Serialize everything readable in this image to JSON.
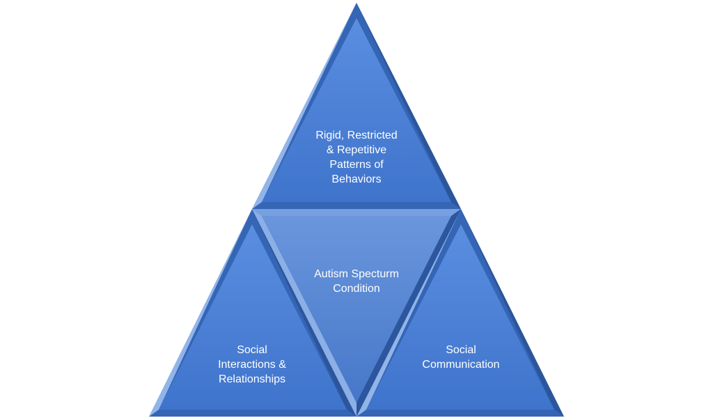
{
  "diagram": {
    "colors": {
      "fill": "#4a7fd4",
      "fill_dark": "#2f5fa8",
      "bevel_light": "#8db3ec",
      "edge": "#3b6fc2",
      "text": "#ffffff"
    },
    "triangles": {
      "top": {
        "lines": [
          "Rigid, Restricted",
          "& Repetitive",
          "Patterns of",
          "Behaviors"
        ]
      },
      "center": {
        "lines": [
          "Autism Specturm",
          "Condition"
        ]
      },
      "left": {
        "lines": [
          "Social",
          "Interactions &",
          "Relationships"
        ]
      },
      "right": {
        "lines": [
          "Social",
          "Communication"
        ]
      }
    }
  }
}
